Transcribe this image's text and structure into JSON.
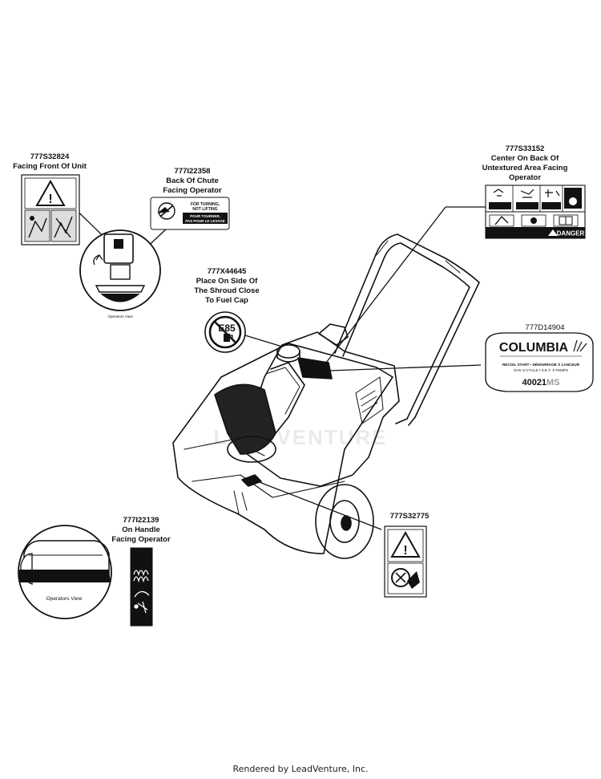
{
  "decals": [
    {
      "part": "777S32824",
      "note": "Facing Front Of Unit"
    },
    {
      "part": "777I22358",
      "note_lines": [
        "Back Of Chute",
        "Facing Operator"
      ],
      "decal_text": [
        "FOR TURNING,",
        "NOT LIFTING",
        "POUR TOURNER,",
        "PAS POUR LE LEVAGE"
      ]
    },
    {
      "part": "777X44645",
      "note_lines": [
        "Place On Side Of",
        "The Shroud Close",
        "To Fuel Cap"
      ],
      "decal_text": "E85"
    },
    {
      "part": "777S33152",
      "note_lines": [
        "Center On Back Of",
        "Untextured Area  Facing",
        "Operator"
      ],
      "decal_text": "DANGER"
    },
    {
      "part": "777D14904",
      "decal_text": {
        "brand": "COLUMBIA",
        "line1": "RECOIL START • DÉMARRAGE À LANCEUR",
        "line2": "OHV 4-CYCLE • S.E.T. 4-TEMPS",
        "model": "40021",
        "model_suffix": "MS"
      }
    },
    {
      "part": "777I22139",
      "note_lines": [
        "On Handle",
        "Facing Operator"
      ]
    },
    {
      "part": "777S32775"
    }
  ],
  "inset_caption": "Operators View",
  "watermark": "LEADVENTURE",
  "footer": "Rendered by LeadVenture, Inc.",
  "colors": {
    "ink": "#111111",
    "watermark": "#d9d9d9"
  }
}
